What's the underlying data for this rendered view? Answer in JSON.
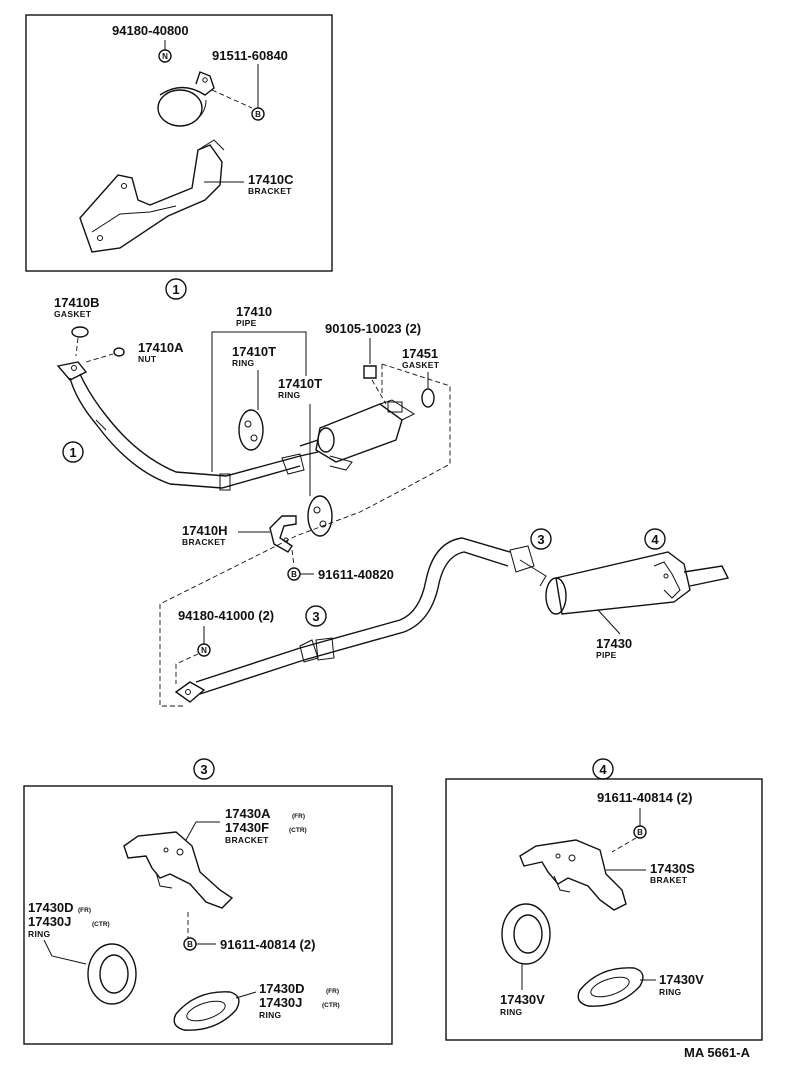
{
  "callouts": {
    "c1": "1",
    "c3": "3",
    "c4": "4"
  },
  "markers": {
    "n": "N",
    "b": "B"
  },
  "inset1": {
    "p94180_40800": "94180-40800",
    "p91511_60840": "91511-60840",
    "p17410C": "17410C",
    "bracket": "BRACKET"
  },
  "main": {
    "p17410B": "17410B",
    "gasket1": "GASKET",
    "p17410A": "17410A",
    "nut": "NUT",
    "p17410": "17410",
    "pipe1": "PIPE",
    "p17410T_a": "17410T",
    "ring_a": "RING",
    "p17410T_b": "17410T",
    "ring_b": "RING",
    "p90105": "90105-10023 (2)",
    "p17451": "17451",
    "gasket2": "GASKET",
    "p17410H": "17410H",
    "bracket2": "BRACKET",
    "p91611_40820": "91611-40820",
    "p94180_41000": "94180-41000 (2)",
    "p17430": "17430",
    "pipe2": "PIPE"
  },
  "inset3": {
    "p17430A": "17430A",
    "fr1": "(FR)",
    "p17430F": "17430F",
    "ctr1": "(CTR)",
    "bracket": "BRACKET",
    "p17430D_a": "17430D",
    "fr2": "(FR)",
    "p17430J_a": "17430J",
    "ctr2": "(CTR)",
    "ring_a": "RING",
    "p91611_40814": "91611-40814 (2)",
    "p17430D_b": "17430D",
    "fr3": "(FR)",
    "p17430J_b": "17430J",
    "ctr3": "(CTR)",
    "ring_b": "RING"
  },
  "inset4": {
    "p91611_40814": "91611-40814 (2)",
    "p17430S": "17430S",
    "braket": "BRAKET",
    "p17430V_a": "17430V",
    "ring_a": "RING",
    "p17430V_b": "17430V",
    "ring_b": "RING"
  },
  "footer": {
    "code": "MA 5661-A"
  }
}
